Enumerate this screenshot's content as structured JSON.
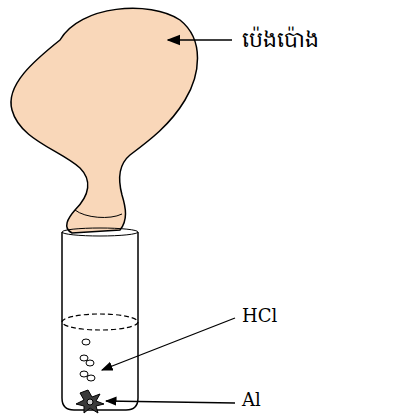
{
  "diagram": {
    "labels": [
      "ប៉េងប៉ោង",
      "HCl",
      "Al"
    ]
  }
}
